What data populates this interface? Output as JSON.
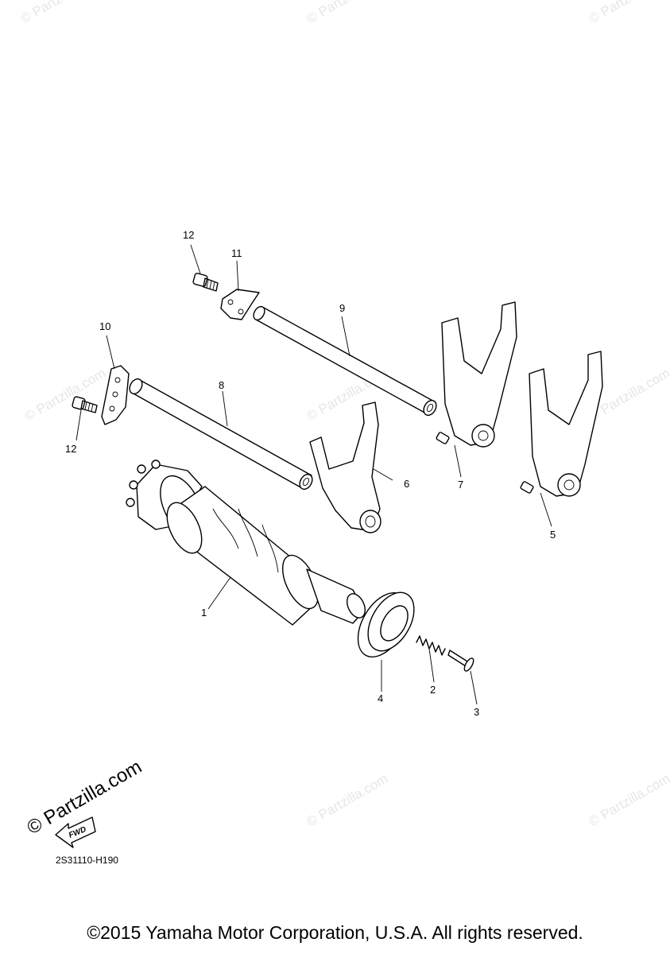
{
  "watermark": {
    "text": "© Partzilla.com"
  },
  "brand": {
    "text": "© Partzilla.com"
  },
  "fwd_badge": {
    "text": "FWD"
  },
  "diagram_code": "2S31110-H190",
  "copyright": "©2015 Yamaha Motor Corporation, U.S.A. All rights reserved.",
  "labels": {
    "p1": "1",
    "p2": "2",
    "p3": "3",
    "p4": "4",
    "p5": "5",
    "p6": "6",
    "p7": "7",
    "p8": "8",
    "p9": "9",
    "p10": "10",
    "p11": "11",
    "p12a": "12",
    "p12b": "12"
  }
}
